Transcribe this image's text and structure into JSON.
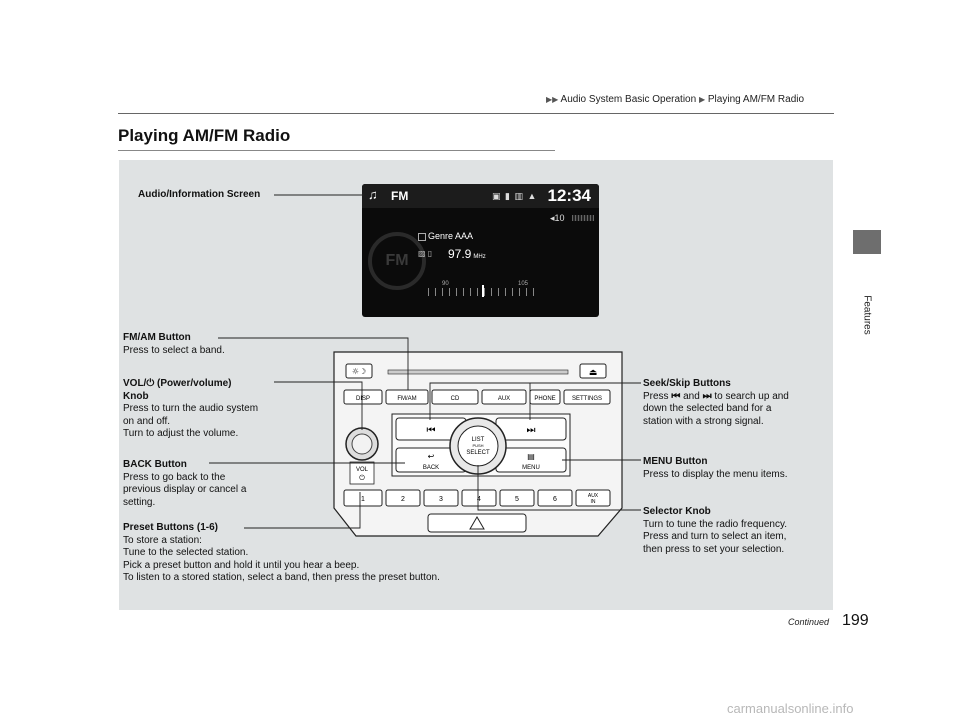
{
  "breadcrumb": {
    "part1": "Audio System Basic Operation",
    "part2": "Playing AM/FM Radio"
  },
  "side_tab": {
    "label": "Features"
  },
  "title": "Playing AM/FM Radio",
  "screen": {
    "band": "FM",
    "clock": "12:34",
    "volume": "10",
    "logo": "FM",
    "genre": "Genre AAA",
    "frequency": "97.9",
    "unit": "MHz",
    "scale_low": "90",
    "scale_high": "105"
  },
  "radio_unit": {
    "buttons": [
      "DISP",
      "FM/AM",
      "CD",
      "AUX",
      "PHONE",
      "SETTINGS"
    ],
    "back_label": "BACK",
    "menu_label": "MENU",
    "knob_line1": "LIST",
    "knob_line2": "PUSH",
    "knob_line3": "SELECT",
    "vol_label": "VOL",
    "presets": [
      "1",
      "2",
      "3",
      "4",
      "5",
      "6"
    ],
    "aux_in_line1": "AUX",
    "aux_in_line2": "IN"
  },
  "callouts": {
    "audio_screen": {
      "title": "Audio/Information Screen"
    },
    "fmam": {
      "title": "FM/AM Button",
      "text": "Press to select a band."
    },
    "vol": {
      "title_pre": "VOL/",
      "title_post": " (Power/volume)",
      "title_line2": "Knob",
      "line1": "Press to turn the audio system",
      "line2": "on and off.",
      "line3": "Turn to adjust the volume."
    },
    "back": {
      "title": "BACK Button",
      "line1": "Press to go back to the",
      "line2": "previous display or cancel a",
      "line3": "setting."
    },
    "preset": {
      "title": "Preset Buttons (1-6)",
      "line1": "To store a station:",
      "line2": "Tune to the selected station.",
      "line3": "Pick a preset button and hold it until you hear a beep.",
      "line4": "To listen to a stored station, select a band, then press the preset button."
    },
    "seek": {
      "title": "Seek/Skip Buttons",
      "line1_pre": "Press",
      "line1_mid": "and",
      "line1_post": "to search up and",
      "line2": "down the selected band for a",
      "line3": "station with a strong signal."
    },
    "menu": {
      "title": "MENU Button",
      "text": "Press to display the menu items."
    },
    "selector": {
      "title": "Selector Knob",
      "line1": "Turn to tune the radio frequency.",
      "line2": "Press and turn to select an item,",
      "line3": "then press to set your selection."
    }
  },
  "footer": {
    "continued": "Continued",
    "page_number": "199",
    "watermark": "carmanualsonline.info"
  }
}
